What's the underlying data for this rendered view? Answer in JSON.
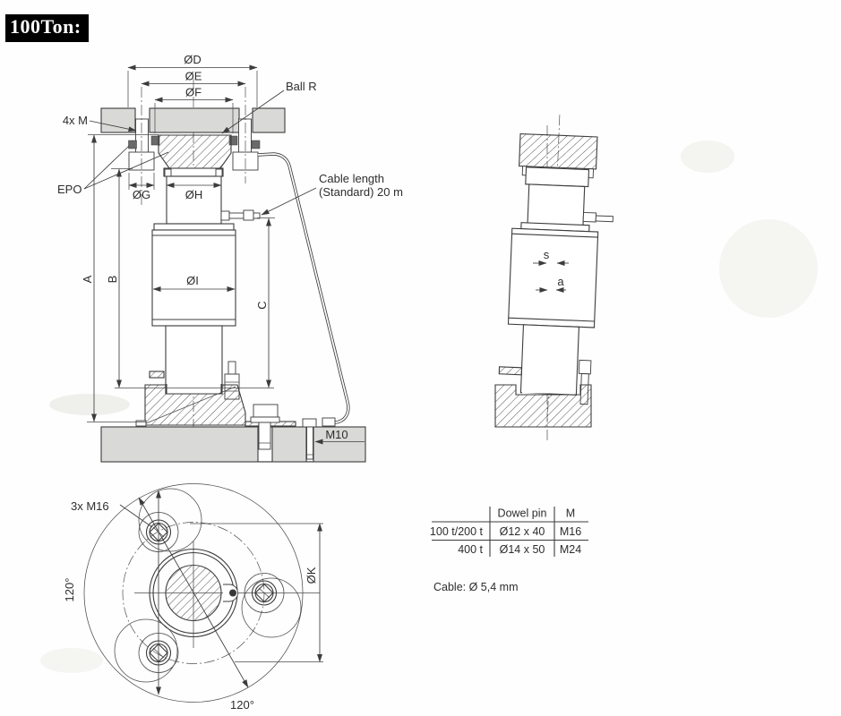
{
  "title": "100Ton:",
  "front_view": {
    "dim_d": "ØD",
    "dim_e": "ØE",
    "dim_f": "ØF",
    "ball_label": "Ball R",
    "bolt_label": "4x M",
    "epo_label": "EPO",
    "dim_g": "ØG",
    "dim_h": "ØH",
    "cable_label_line1": "Cable length",
    "cable_label_line2": "(Standard) 20 m",
    "dim_a": "A",
    "dim_b": "B",
    "dim_c": "C",
    "dim_i": "ØI",
    "anchor_label": "M10"
  },
  "side_view": {
    "dim_s": "s",
    "dim_a": "a"
  },
  "bottom_view": {
    "bolt_label": "3x M16",
    "angle_left": "120°",
    "angle_bottom": "120°",
    "dim_k": "ØK"
  },
  "table": {
    "headers": {
      "col2": "Dowel pin",
      "col3": "M"
    },
    "rows": [
      {
        "variant": "100 t/200 t",
        "dowel_pin": "Ø12 x 40",
        "m": "M16"
      },
      {
        "variant": "400 t",
        "dowel_pin": "Ø14 x 50",
        "m": "M24"
      }
    ],
    "cable_note": "Cable: Ø 5,4 mm"
  },
  "colors": {
    "line": "#3c3c3c",
    "plate_fill": "#d9d9d7",
    "title_bg": "#000000",
    "title_fg": "#ffffff"
  }
}
